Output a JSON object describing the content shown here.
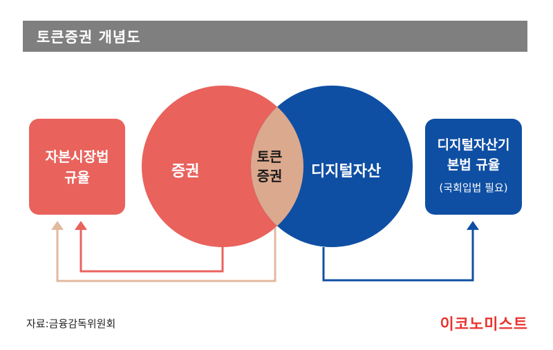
{
  "title": "토큰증권 개념도",
  "left_box": {
    "line1": "자본시장법",
    "line2": "규율"
  },
  "right_box": {
    "line1": "디지털자산기",
    "line2": "본법 규율",
    "note": "(국회입법 필요)"
  },
  "circles": {
    "securities": "증권",
    "digital_assets": "디지털자산",
    "intersection_line1": "토큰",
    "intersection_line2": "증권"
  },
  "colors": {
    "red": "#e9625c",
    "blue": "#0f4fa3",
    "overlap": "#dba98e",
    "title_bar": "#7f7f7f"
  },
  "source": "자료:금융감독위원회",
  "logo": "이코노미스트"
}
